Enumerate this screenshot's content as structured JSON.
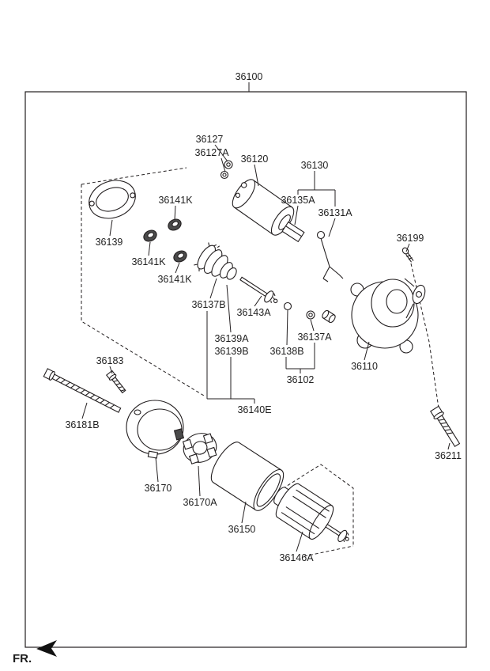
{
  "document": {
    "type": "exploded-parts-diagram",
    "subject": "starter-motor-assembly"
  },
  "colors": {
    "line": "#231f20",
    "text": "#1f1f1f",
    "background": "#ffffff",
    "dark_fill": "#4a4a4a"
  },
  "assembly": {
    "part_number": "36100"
  },
  "footer": {
    "direction_label": "FR."
  },
  "labels": {
    "p36100": "36100",
    "p36127": "36127",
    "p36127A": "36127A",
    "p36120": "36120",
    "p36130": "36130",
    "p36135A": "36135A",
    "p36131A": "36131A",
    "p36141K_a": "36141K",
    "p36139": "36139",
    "p36141K_b": "36141K",
    "p36141K_c": "36141K",
    "p36199": "36199",
    "p36137B": "36137B",
    "p36143A": "36143A",
    "p36139A": "36139A",
    "p36139B": "36139B",
    "p36137A": "36137A",
    "p36138B": "36138B",
    "p36110": "36110",
    "p36183": "36183",
    "p36102": "36102",
    "p36181B": "36181B",
    "p36140E": "36140E",
    "p36211": "36211",
    "p36170": "36170",
    "p36170A": "36170A",
    "p36150": "36150",
    "p36146A": "36146A"
  },
  "parts_list": [
    "36100",
    "36102",
    "36110",
    "36120",
    "36127",
    "36127A",
    "36130",
    "36131A",
    "36135A",
    "36137A",
    "36137B",
    "36138B",
    "36139",
    "36139A",
    "36139B",
    "36140E",
    "36141K",
    "36143A",
    "36146A",
    "36150",
    "36170",
    "36170A",
    "36181B",
    "36183",
    "36199",
    "36211"
  ]
}
